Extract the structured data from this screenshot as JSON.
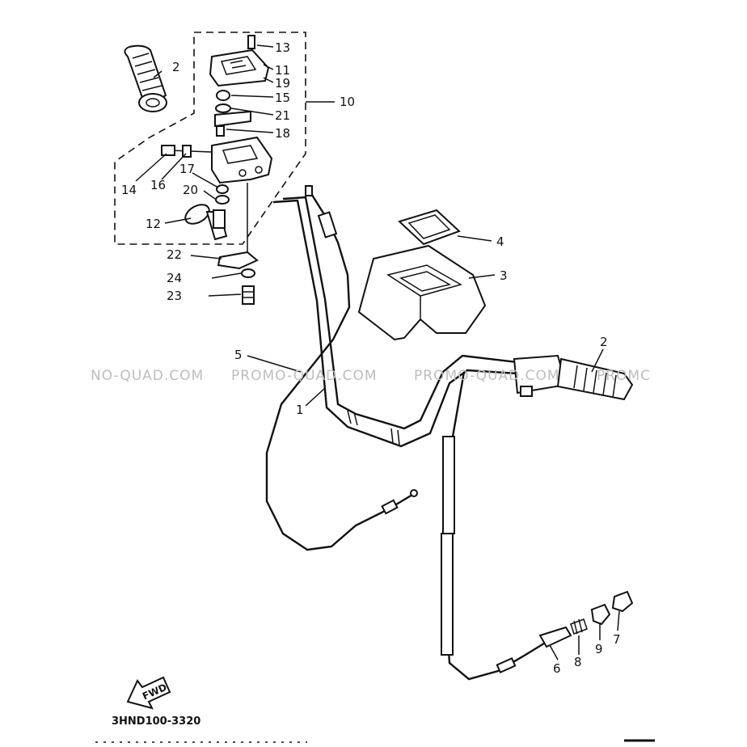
{
  "diagram": {
    "part_code": "3HND100-3320",
    "fwd_label": "FWD",
    "watermarks": [
      "NO-QUAD.COM",
      "PROMO-QUAD.COM",
      "PROMO-QUAD.COM",
      "PROMC"
    ],
    "callouts": {
      "c13": "13",
      "c11": "11",
      "c19": "19",
      "c10": "10",
      "c15": "15",
      "c21": "21",
      "c18": "18",
      "c2a": "2",
      "c14": "14",
      "c16": "16",
      "c17": "17",
      "c20": "20",
      "c12": "12",
      "c22": "22",
      "c24": "24",
      "c23": "23",
      "c4": "4",
      "c3": "3",
      "c5": "5",
      "c1": "1",
      "c2b": "2",
      "c6": "6",
      "c8": "8",
      "c9": "9",
      "c7": "7"
    }
  }
}
